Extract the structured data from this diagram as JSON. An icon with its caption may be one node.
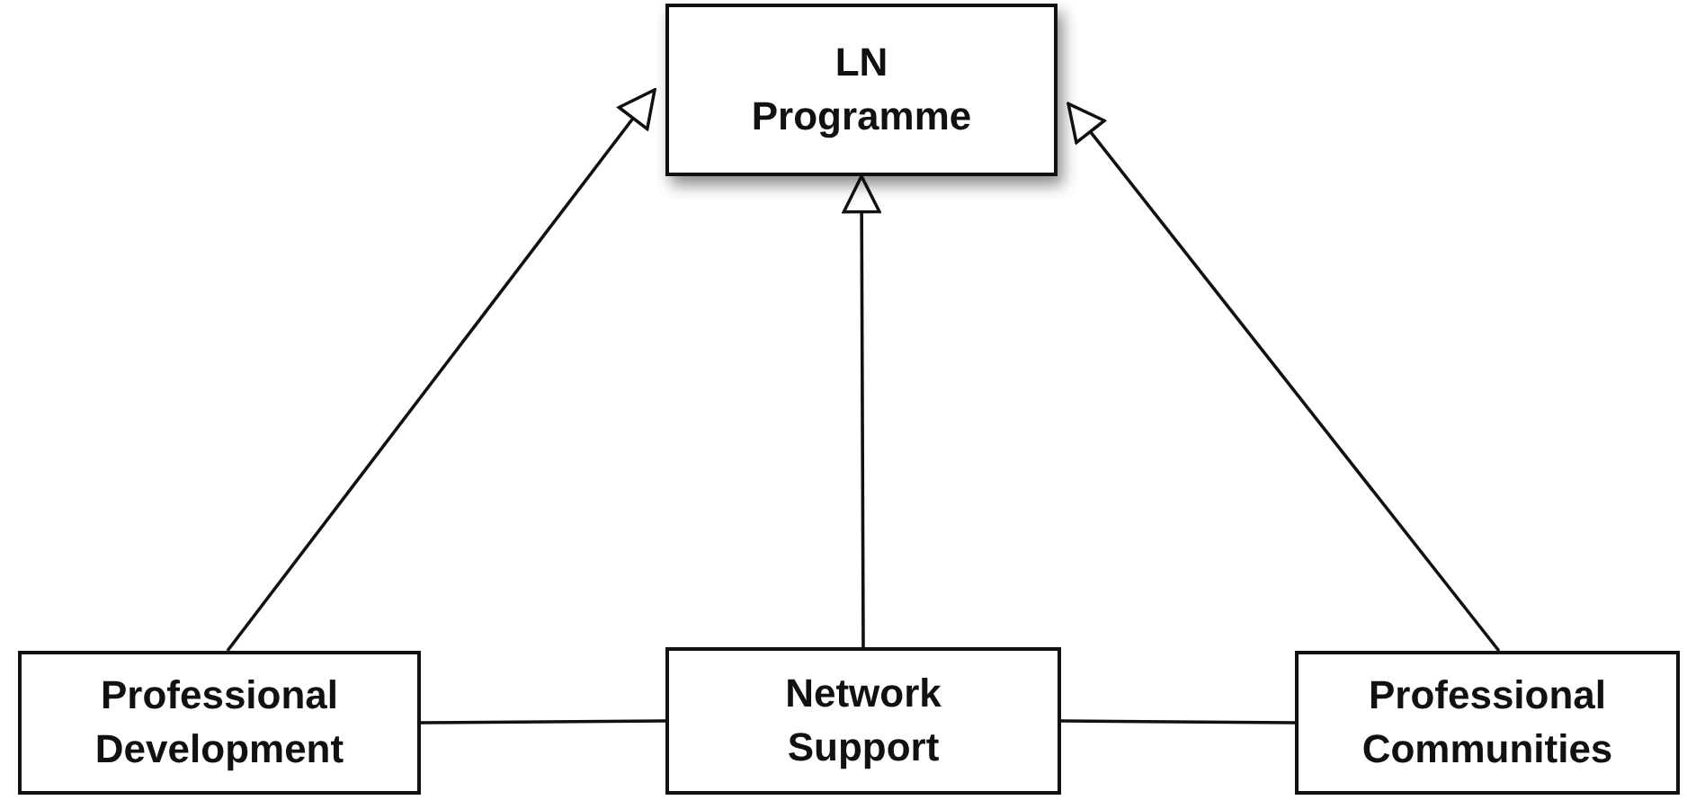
{
  "diagram": {
    "nodes": [
      {
        "text": [
          "LN Programme"
        ]
      },
      {
        "text": [
          "Professional Development"
        ]
      },
      {
        "text": [
          "Network Support"
        ]
      },
      {
        "text": [
          "Professional Communities"
        ]
      }
    ],
    "edges": [
      {
        "from": 1,
        "to": 0,
        "arrow": "to"
      },
      {
        "from": 2,
        "to": 0,
        "arrow": "to"
      },
      {
        "from": 3,
        "to": 0,
        "arrow": "to"
      },
      {
        "from": 1,
        "to": 2,
        "arrow": "none"
      },
      {
        "from": 2,
        "to": 3,
        "arrow": "none"
      }
    ]
  }
}
